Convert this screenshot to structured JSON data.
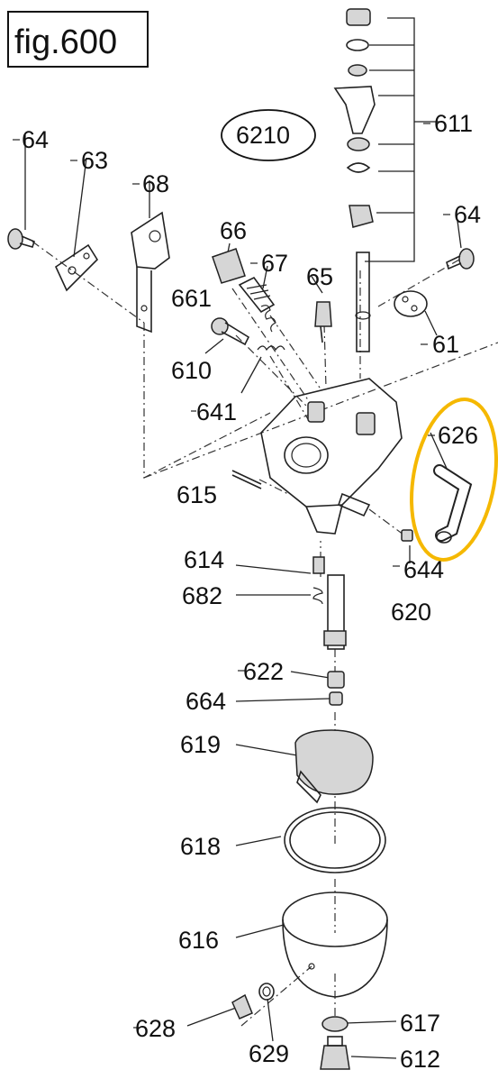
{
  "figure": {
    "title": "fig.600",
    "model_number": "6210",
    "highlight_color": "#f5b800"
  },
  "labels": {
    "l64a": "64",
    "l63": "63",
    "l68": "68",
    "l66": "66",
    "l67": "67",
    "l661": "661",
    "l65": "65",
    "l611": "611",
    "l64b": "64",
    "l61": "61",
    "l610": "610",
    "l641": "641",
    "l626": "626",
    "l615": "615",
    "l614": "614",
    "l644": "644",
    "l682": "682",
    "l620": "620",
    "l622": "622",
    "l664": "664",
    "l619": "619",
    "l618": "618",
    "l616": "616",
    "l628": "628",
    "l617": "617",
    "l629": "629",
    "l612": "612"
  }
}
